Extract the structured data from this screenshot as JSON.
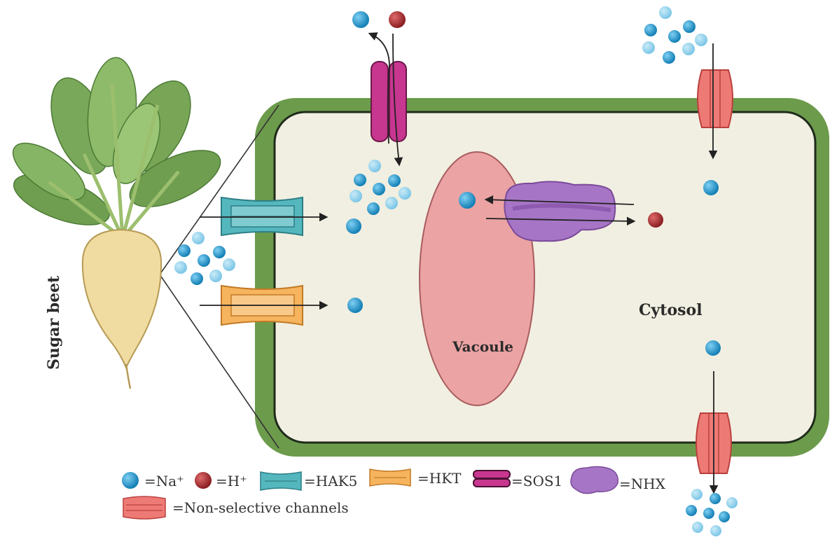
{
  "labels": {
    "plant": "Sugar beet",
    "vacuole": "Vacoule",
    "cytosol": "Cytosol"
  },
  "legend": {
    "na": "=Na⁺",
    "h": "=H⁺",
    "hak5": "=HAK5",
    "hkt": "=HKT",
    "sos1": "=SOS1",
    "nhx": "=NHX",
    "nonselective": "=Non-selective channels"
  },
  "colors": {
    "cell_wall": "#6c9b4c",
    "cytoplasm": "#f1efe1",
    "vacuole": "#eba3a4",
    "na_ion": "#1b8fc6",
    "h_ion": "#a0282c",
    "hak5": "#55b7be",
    "hkt": "#f6b45e",
    "sos1": "#c7368f",
    "nhx": "#a675c5",
    "nonselective": "#ee7a76",
    "beet_root": "#f0dba0",
    "leaf": "#7aa85a"
  }
}
